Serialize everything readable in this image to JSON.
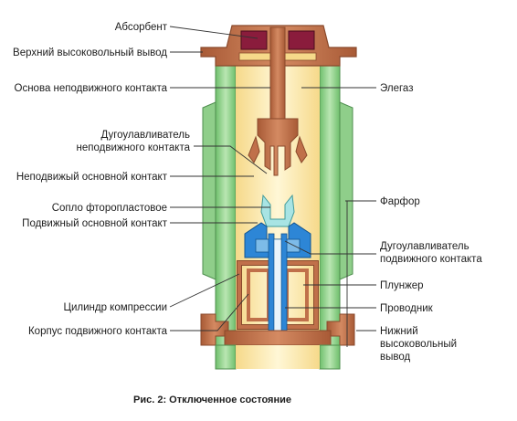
{
  "labels": {
    "absorbent": "Абсорбент",
    "upper_terminal": "Верхний высоковольный вывод",
    "fixed_contact_base": "Основа неподвижного контакта",
    "sf6": "Элегаз",
    "fixed_arc_catcher_1": "Дугоулавливатель",
    "fixed_arc_catcher_2": "неподвижного контакта",
    "fixed_main_contact": "Неподвижый основной контакт",
    "ptfe_nozzle": "Сопло фторопластовое",
    "porcelain": "Фарфор",
    "moving_main_contact": "Подвижный основной контакт",
    "moving_arc_catcher_1": "Дугоулавливатель",
    "moving_arc_catcher_2": "подвижного контакта",
    "plunger": "Плунжер",
    "compression_cylinder": "Цилиндр компрессии",
    "conductor": "Проводник",
    "moving_contact_body": "Корпус подвижного контакта",
    "lower_terminal_1": "Нижний",
    "lower_terminal_2": "высоковольный",
    "lower_terminal_3": "вывод"
  },
  "caption": "Рис. 2: Отключенное состояние",
  "colors": {
    "copper": "#c0704a",
    "copper_dark": "#8a4a2c",
    "porcelain_green": "#8fce8a",
    "green_dark": "#4f8f4f",
    "gas_fill": "#fdf0c2",
    "absorbent": "#8a1c3c",
    "blue": "#2d86d6",
    "cyan_nozzle": "#a8e4e4"
  }
}
